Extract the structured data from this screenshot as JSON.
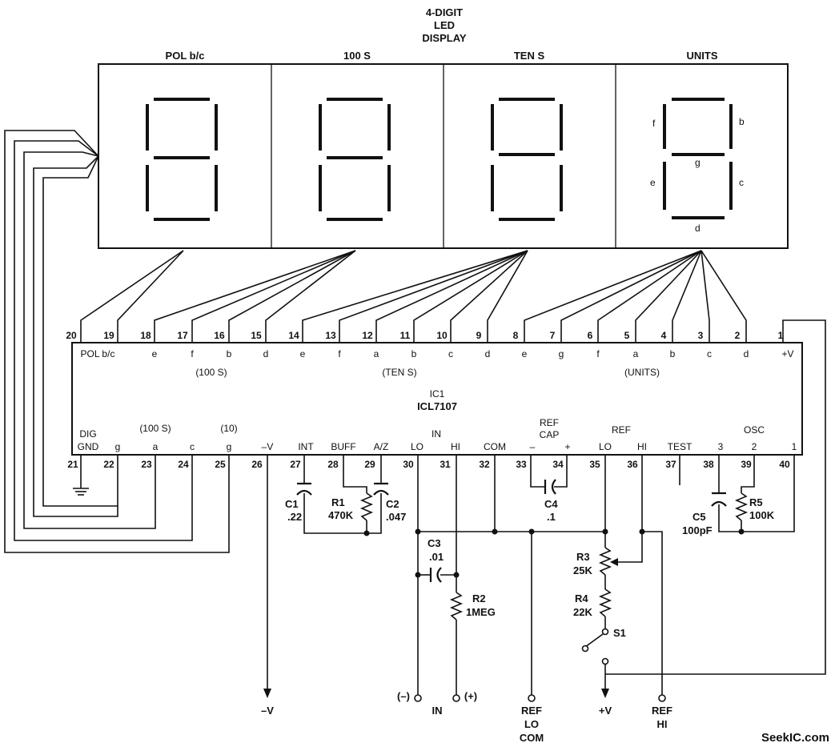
{
  "display": {
    "title_lines": [
      "4-DIGIT",
      "LED",
      "DISPLAY"
    ],
    "digits": [
      "POL b/c",
      "100 S",
      "TEN S",
      "UNITS"
    ],
    "segment_letters": [
      "f",
      "b",
      "g",
      "e",
      "c",
      "d"
    ]
  },
  "ic": {
    "ref": "IC1",
    "part": "ICL7107",
    "top_pins": [
      {
        "num": "20",
        "name": "POL b/c"
      },
      {
        "num": "19",
        "name": ""
      },
      {
        "num": "18",
        "name": "e"
      },
      {
        "num": "17",
        "name": "f"
      },
      {
        "num": "16",
        "name": "b"
      },
      {
        "num": "15",
        "name": "d"
      },
      {
        "num": "14",
        "name": "e"
      },
      {
        "num": "13",
        "name": "f"
      },
      {
        "num": "12",
        "name": "a"
      },
      {
        "num": "11",
        "name": "b"
      },
      {
        "num": "10",
        "name": "c"
      },
      {
        "num": "9",
        "name": "d"
      },
      {
        "num": "8",
        "name": "e"
      },
      {
        "num": "7",
        "name": "g"
      },
      {
        "num": "6",
        "name": "f"
      },
      {
        "num": "5",
        "name": "a"
      },
      {
        "num": "4",
        "name": "b"
      },
      {
        "num": "3",
        "name": "c"
      },
      {
        "num": "2",
        "name": "d"
      },
      {
        "num": "1",
        "name": "+V"
      }
    ],
    "top_groups": [
      "(100 S)",
      "(TEN S)",
      "(UNITS)"
    ],
    "bottom_pins": [
      {
        "num": "21",
        "name": "DIG GND"
      },
      {
        "num": "22",
        "name": "g"
      },
      {
        "num": "23",
        "name": "a"
      },
      {
        "num": "24",
        "name": "c"
      },
      {
        "num": "25",
        "name": "g"
      },
      {
        "num": "26",
        "name": "–V"
      },
      {
        "num": "27",
        "name": "INT"
      },
      {
        "num": "28",
        "name": "BUFF"
      },
      {
        "num": "29",
        "name": "A/Z"
      },
      {
        "num": "30",
        "name": "LO"
      },
      {
        "num": "31",
        "name": "HI"
      },
      {
        "num": "32",
        "name": "COM"
      },
      {
        "num": "33",
        "name": "–"
      },
      {
        "num": "34",
        "name": "+"
      },
      {
        "num": "35",
        "name": "LO"
      },
      {
        "num": "36",
        "name": "HI"
      },
      {
        "num": "37",
        "name": "TEST"
      },
      {
        "num": "38",
        "name": "3"
      },
      {
        "num": "39",
        "name": "2"
      },
      {
        "num": "40",
        "name": "1"
      }
    ],
    "bottom_groups": [
      "(100 S)",
      "(10)",
      "IN",
      "REF CAP",
      "REF",
      "OSC"
    ]
  },
  "components": [
    {
      "ref": "C1",
      "value": ".22"
    },
    {
      "ref": "R1",
      "value": "470K"
    },
    {
      "ref": "C2",
      "value": ".047"
    },
    {
      "ref": "C3",
      "value": ".01"
    },
    {
      "ref": "R2",
      "value": "1MEG"
    },
    {
      "ref": "C4",
      "value": ".1"
    },
    {
      "ref": "R3",
      "value": "25K"
    },
    {
      "ref": "R4",
      "value": "22K"
    },
    {
      "ref": "S1",
      "value": ""
    },
    {
      "ref": "C5",
      "value": "100pF"
    },
    {
      "ref": "R5",
      "value": "100K"
    }
  ],
  "terminals": {
    "neg_v": "–V",
    "in_minus": "(–)",
    "in_plus": "(+)",
    "in": "IN",
    "ref_lo_com": [
      "REF",
      "LO",
      "COM"
    ],
    "pos_v": "+V",
    "ref_hi": [
      "REF",
      "HI"
    ]
  },
  "watermark": "SeekIC.com"
}
